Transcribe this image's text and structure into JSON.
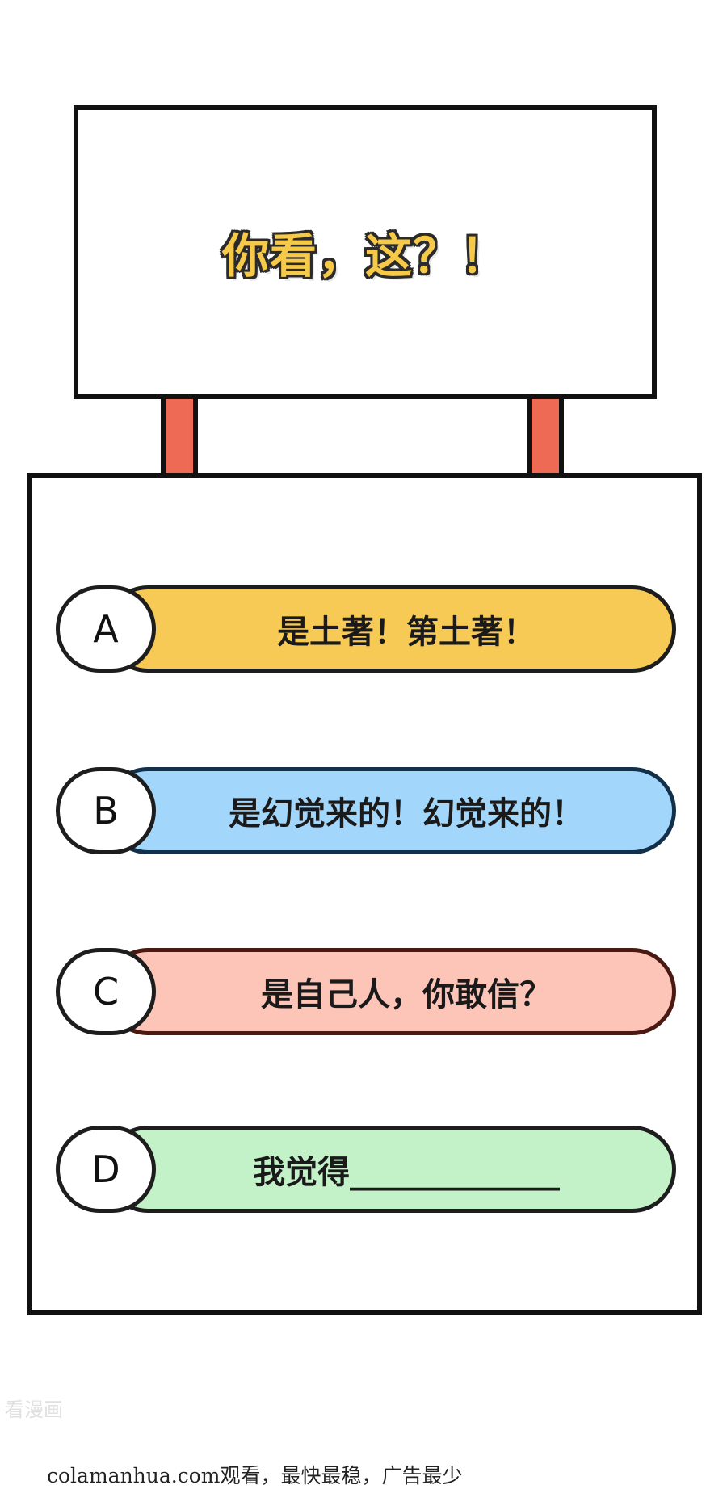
{
  "sign": {
    "title": "你看，这？！",
    "colors": {
      "title_fill": "#f7c948",
      "post": "#ef6a55"
    }
  },
  "options": [
    {
      "letter": "A",
      "text": "是土著！第土著！",
      "color": "#f7c955"
    },
    {
      "letter": "B",
      "text": "是幻觉来的！幻觉来的！",
      "color": "#a3d6fb"
    },
    {
      "letter": "C",
      "text": "是自己人，你敢信？",
      "color": "#fdc4b8"
    },
    {
      "letter": "D",
      "text": "我觉得_____________",
      "color": "#c3f2c8"
    }
  ],
  "watermark": "看漫画",
  "footer": "colamanhua.com观看，最快最稳，广告最少"
}
